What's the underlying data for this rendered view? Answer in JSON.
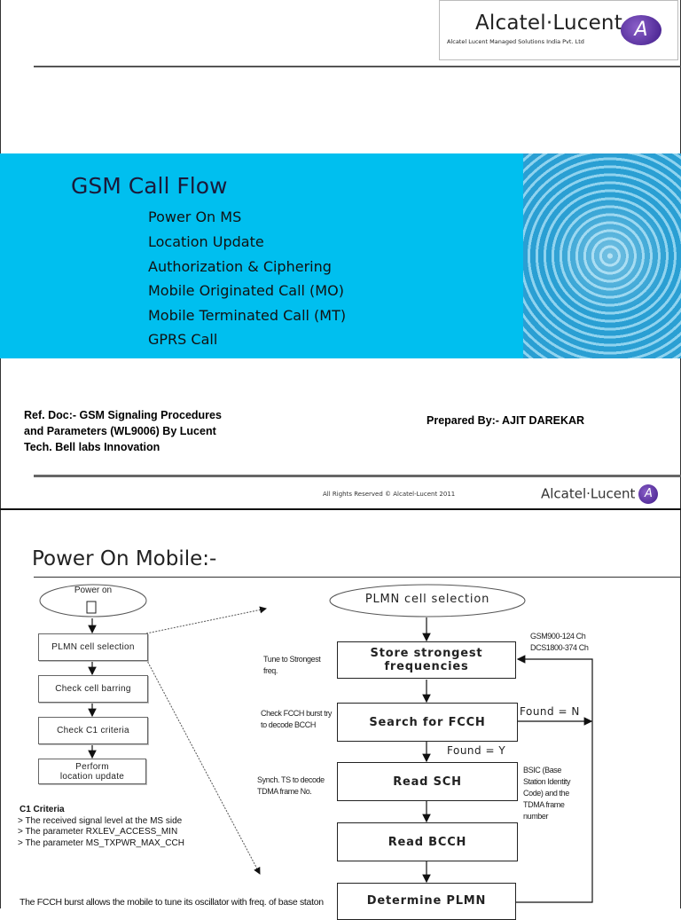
{
  "slide1": {
    "logo": {
      "brand": "Alcatel·Lucent",
      "subtitle": "Alcatel Lucent Managed Solutions India Pvt. Ltd"
    },
    "title": "GSM Call Flow",
    "agenda": [
      "Power On MS",
      "Location Update",
      "Authorization & Ciphering",
      "Mobile Originated Call (MO)",
      "Mobile Terminated Call (MT)",
      "GPRS Call"
    ],
    "ref_doc": [
      "Ref. Doc:- GSM Signaling Procedures",
      "and Parameters (WL9006) By Lucent",
      "Tech. Bell labs Innovation"
    ],
    "prepared_by": "Prepared By:- AJIT DAREKAR",
    "footer": {
      "copyright": "All Rights Reserved © Alcatel-Lucent 2011",
      "brand": "Alcatel·Lucent"
    },
    "colors": {
      "band": "#00bfef",
      "logo": "#3f1a88"
    }
  },
  "slide2": {
    "title": "Power On Mobile:-",
    "left_flow": {
      "start": "Power on",
      "steps": [
        "PLMN cell selection",
        "Check cell barring",
        "Check C1 criteria",
        "Perform location update"
      ]
    },
    "c1": {
      "heading": "C1 Criteria",
      "items": [
        "> The received signal level at the MS side",
        "> The parameter RXLEV_ACCESS_MIN",
        "> The parameter MS_TXPWR_MAX_CCH"
      ]
    },
    "right_flow": {
      "start": "PLMN cell selection",
      "steps": [
        "Store strongest frequencies",
        "Search for FCCH",
        "Read SCH",
        "Read BCCH",
        "Determine PLMN"
      ],
      "found_n": "Found = N",
      "found_y": "Found = Y",
      "notes_left": [
        "Tune to Strongest freq.",
        "Check FCCH burst try to decode BCCH",
        "Synch. TS to decode TDMA frame No."
      ],
      "notes_right": [
        "GSM900-124 Ch",
        "DCS1800-374 Ch",
        "BSIC (Base Station Identity Code) and the TDMA frame number"
      ]
    },
    "bottom_text": "The FCCH burst allows the mobile to  tune  its oscillator with freq. of base staton"
  }
}
